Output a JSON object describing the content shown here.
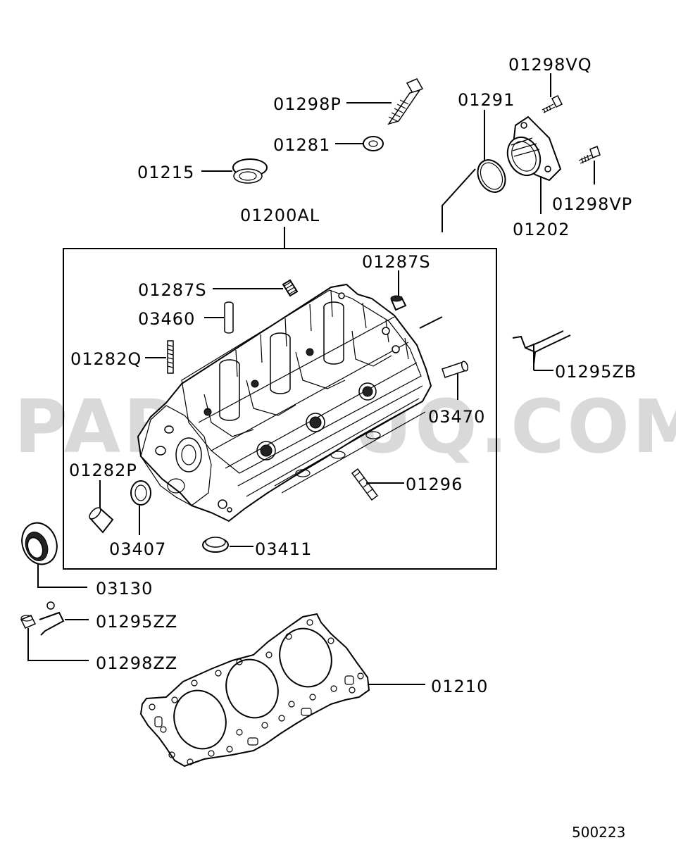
{
  "watermark": "PARTSOUQ.COM",
  "figure_number": "500223",
  "assembly_label": "01200AL",
  "parts": [
    {
      "id": "p-01298vq",
      "code": "01298VQ"
    },
    {
      "id": "p-01298p",
      "code": "01298P"
    },
    {
      "id": "p-01291",
      "code": "01291"
    },
    {
      "id": "p-01281",
      "code": "01281"
    },
    {
      "id": "p-01215",
      "code": "01215"
    },
    {
      "id": "p-01298vp",
      "code": "01298VP"
    },
    {
      "id": "p-01202",
      "code": "01202"
    },
    {
      "id": "p-01287s-a",
      "code": "01287S"
    },
    {
      "id": "p-01287s-b",
      "code": "01287S"
    },
    {
      "id": "p-03460",
      "code": "03460"
    },
    {
      "id": "p-01282q",
      "code": "01282Q"
    },
    {
      "id": "p-01295zb",
      "code": "01295ZB"
    },
    {
      "id": "p-03470",
      "code": "03470"
    },
    {
      "id": "p-01296",
      "code": "01296"
    },
    {
      "id": "p-01282p",
      "code": "01282P"
    },
    {
      "id": "p-03407",
      "code": "03407"
    },
    {
      "id": "p-03411",
      "code": "03411"
    },
    {
      "id": "p-03130",
      "code": "03130"
    },
    {
      "id": "p-01295zz",
      "code": "01295ZZ"
    },
    {
      "id": "p-01298zz",
      "code": "01298ZZ"
    },
    {
      "id": "p-01210",
      "code": "01210"
    }
  ]
}
